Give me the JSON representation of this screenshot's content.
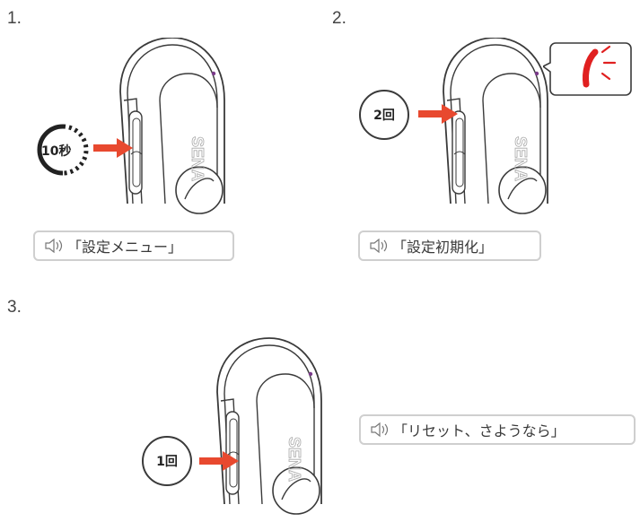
{
  "steps": [
    {
      "number": "1.",
      "press_label": "10秒",
      "speech": "「設定メニュー」"
    },
    {
      "number": "2.",
      "press_label": "2回",
      "speech": "「設定初期化」"
    },
    {
      "number": "3.",
      "press_label": "1回",
      "speech": "「リセット、さようなら」"
    }
  ],
  "device": {
    "brand": "SENA"
  },
  "icons": [
    "speaker-icon",
    "arrow-icon",
    "timer-icon",
    "led-flash-icon"
  ],
  "colors": {
    "arrow": "#e8492f",
    "led": "#e02020",
    "outline": "#3a3a3a",
    "bubble_border": "#cfcfcf"
  }
}
